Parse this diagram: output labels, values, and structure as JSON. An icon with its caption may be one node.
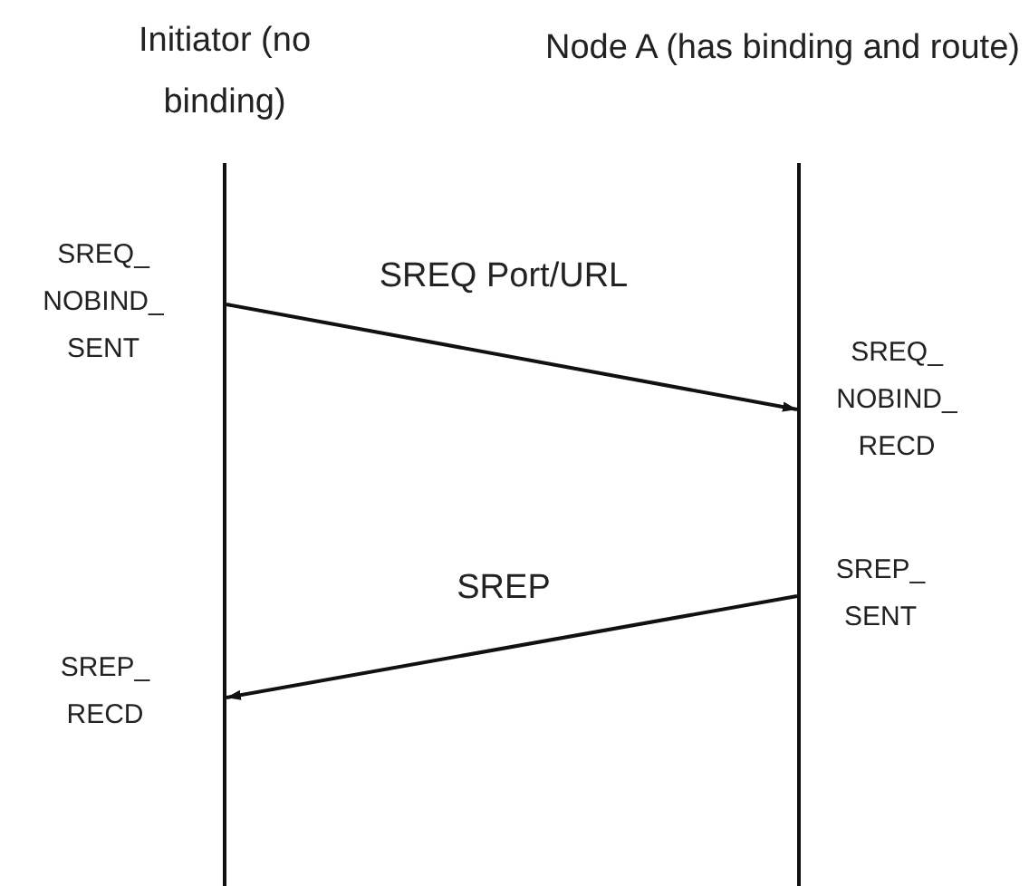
{
  "diagram": {
    "nodes": [
      {
        "text": [
          "Initiator (no binding)"
        ]
      },
      {
        "text": [
          "Node A (has binding and route)"
        ]
      },
      {
        "text": [],
        "shape": "bar"
      },
      {
        "text": [],
        "shape": "bar"
      }
    ],
    "edges": [
      {
        "from": 2,
        "to": 3,
        "arrow": "to",
        "label": "SREQ Port/URL"
      },
      {
        "from": 3,
        "to": 2,
        "arrow": "to",
        "label": "SREP"
      }
    ],
    "labels": [
      "SREQ_ NOBIND_ SENT",
      "SREQ_ NOBIND_ RECD",
      "SREP_ SENT",
      "SREP_ RECD"
    ]
  }
}
